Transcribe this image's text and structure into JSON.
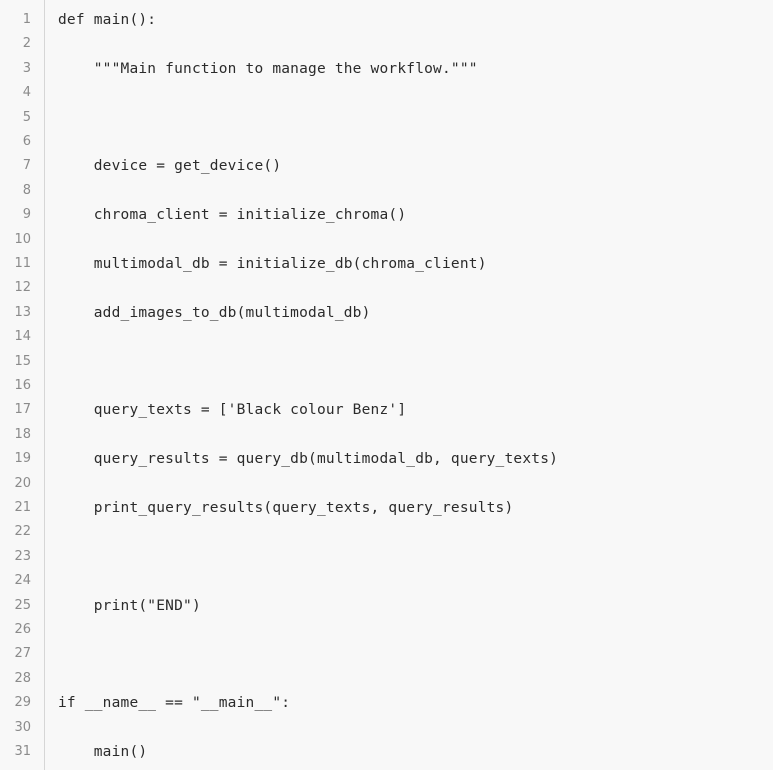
{
  "editor": {
    "lines": [
      {
        "num": "1",
        "text": "def main():"
      },
      {
        "num": "2",
        "text": ""
      },
      {
        "num": "3",
        "text": "    \"\"\"Main function to manage the workflow.\"\"\""
      },
      {
        "num": "4",
        "text": ""
      },
      {
        "num": "5",
        "text": ""
      },
      {
        "num": "6",
        "text": ""
      },
      {
        "num": "7",
        "text": "    device = get_device()"
      },
      {
        "num": "8",
        "text": ""
      },
      {
        "num": "9",
        "text": "    chroma_client = initialize_chroma()"
      },
      {
        "num": "10",
        "text": ""
      },
      {
        "num": "11",
        "text": "    multimodal_db = initialize_db(chroma_client)"
      },
      {
        "num": "12",
        "text": ""
      },
      {
        "num": "13",
        "text": "    add_images_to_db(multimodal_db)"
      },
      {
        "num": "14",
        "text": ""
      },
      {
        "num": "15",
        "text": ""
      },
      {
        "num": "16",
        "text": ""
      },
      {
        "num": "17",
        "text": "    query_texts = ['Black colour Benz']"
      },
      {
        "num": "18",
        "text": ""
      },
      {
        "num": "19",
        "text": "    query_results = query_db(multimodal_db, query_texts)"
      },
      {
        "num": "20",
        "text": ""
      },
      {
        "num": "21",
        "text": "    print_query_results(query_texts, query_results)"
      },
      {
        "num": "22",
        "text": ""
      },
      {
        "num": "23",
        "text": ""
      },
      {
        "num": "24",
        "text": ""
      },
      {
        "num": "25",
        "text": "    print(\"END\")"
      },
      {
        "num": "26",
        "text": ""
      },
      {
        "num": "27",
        "text": ""
      },
      {
        "num": "28",
        "text": ""
      },
      {
        "num": "29",
        "text": "if __name__ == \"__main__\":"
      },
      {
        "num": "30",
        "text": ""
      },
      {
        "num": "31",
        "text": "    main()"
      }
    ]
  }
}
